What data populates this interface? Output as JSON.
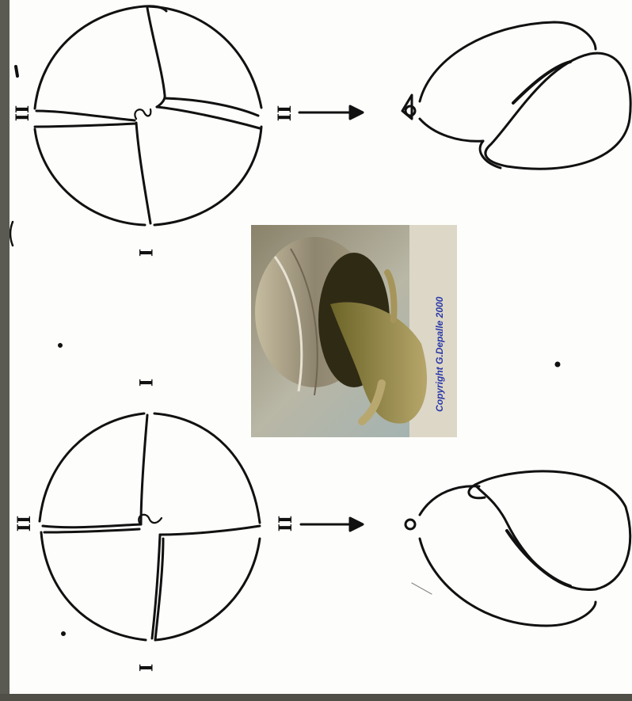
{
  "labels": {
    "top_left_side": "II",
    "top_right_side": "II",
    "top_bottom": "I",
    "bottom_top": "I",
    "bottom_left_side": "II",
    "bottom_right_side": "II",
    "bottom_bottom": "I"
  },
  "photo": {
    "credit": "Copyright G.Depalle 2000"
  },
  "colors": {
    "ink": "#111111",
    "paper": "#fdfdfb",
    "border": "#5a5a52",
    "credit": "#2b3aa8"
  }
}
